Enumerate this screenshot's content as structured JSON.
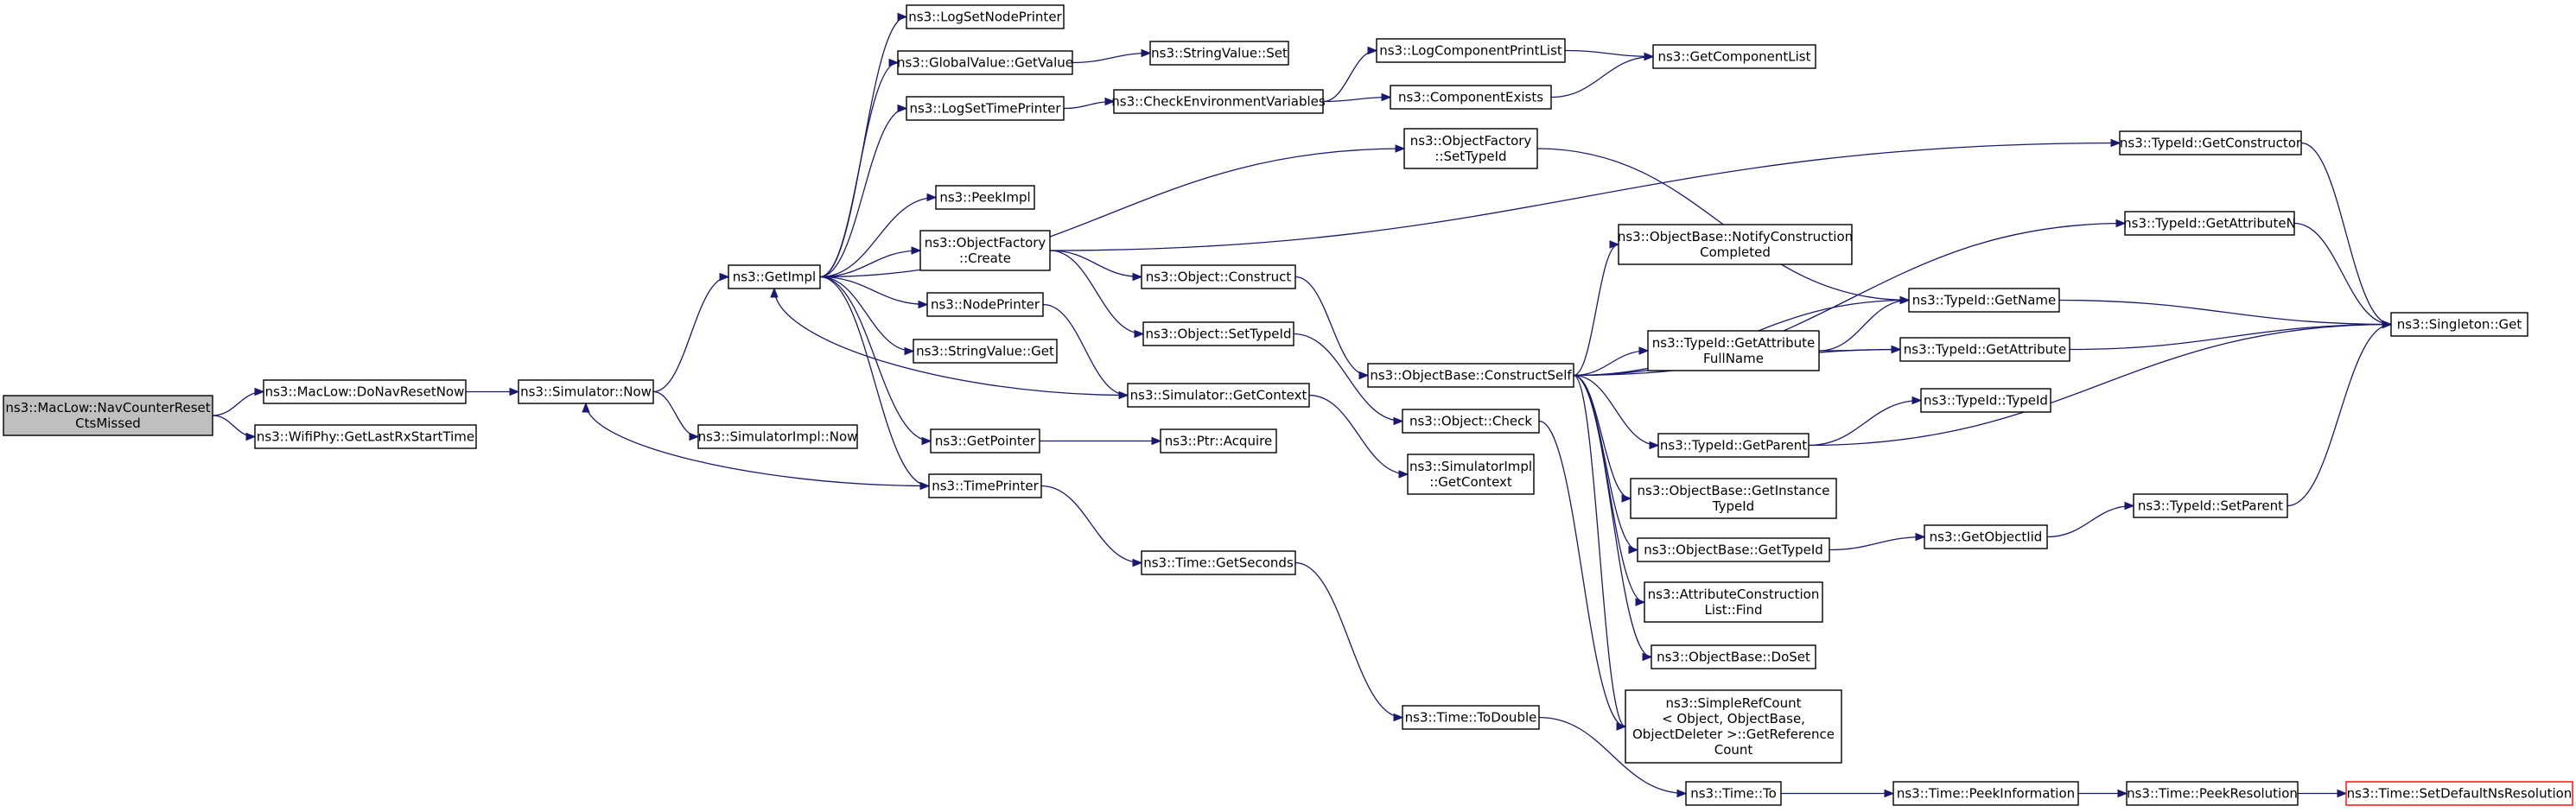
{
  "nodes": [
    {
      "id": "root",
      "lines": [
        "ns3::MacLow::NavCounterReset",
        "CtsMissed"
      ],
      "style": "root"
    },
    {
      "id": "doNavResetNow",
      "lines": [
        "ns3::MacLow::DoNavResetNow"
      ]
    },
    {
      "id": "getLastRx",
      "lines": [
        "ns3::WifiPhy::GetLastRxStartTime"
      ]
    },
    {
      "id": "simNow",
      "lines": [
        "ns3::Simulator::Now"
      ]
    },
    {
      "id": "simImplNow",
      "lines": [
        "ns3::SimulatorImpl::Now"
      ]
    },
    {
      "id": "getImpl",
      "lines": [
        "ns3::GetImpl"
      ]
    },
    {
      "id": "logSetNodePrinter",
      "lines": [
        "ns3::LogSetNodePrinter"
      ]
    },
    {
      "id": "globalValueGetValue",
      "lines": [
        "ns3::GlobalValue::GetValue"
      ]
    },
    {
      "id": "logSetTimePrinter",
      "lines": [
        "ns3::LogSetTimePrinter"
      ]
    },
    {
      "id": "peekImpl",
      "lines": [
        "ns3::PeekImpl"
      ]
    },
    {
      "id": "objFactoryCreate",
      "lines": [
        "ns3::ObjectFactory",
        "::Create"
      ]
    },
    {
      "id": "nodePrinter",
      "lines": [
        "ns3::NodePrinter"
      ]
    },
    {
      "id": "stringValueGet",
      "lines": [
        "ns3::StringValue::Get"
      ]
    },
    {
      "id": "getPointer",
      "lines": [
        "ns3::GetPointer"
      ]
    },
    {
      "id": "timePrinter",
      "lines": [
        "ns3::TimePrinter"
      ]
    },
    {
      "id": "stringValueSet",
      "lines": [
        "ns3::StringValue::Set"
      ]
    },
    {
      "id": "checkEnv",
      "lines": [
        "ns3::CheckEnvironmentVariables"
      ]
    },
    {
      "id": "objectConstruct",
      "lines": [
        "ns3::Object::Construct"
      ]
    },
    {
      "id": "objectSetTypeId",
      "lines": [
        "ns3::Object::SetTypeId"
      ]
    },
    {
      "id": "simGetContext",
      "lines": [
        "ns3::Simulator::GetContext"
      ]
    },
    {
      "id": "ptrAcquire",
      "lines": [
        "ns3::Ptr::Acquire"
      ]
    },
    {
      "id": "timeGetSeconds",
      "lines": [
        "ns3::Time::GetSeconds"
      ]
    },
    {
      "id": "logComponentPrintList",
      "lines": [
        "ns3::LogComponentPrintList"
      ]
    },
    {
      "id": "componentExists",
      "lines": [
        "ns3::ComponentExists"
      ]
    },
    {
      "id": "objFactorySetTypeId",
      "lines": [
        "ns3::ObjectFactory",
        "::SetTypeId"
      ]
    },
    {
      "id": "constructSelf",
      "lines": [
        "ns3::ObjectBase::ConstructSelf"
      ]
    },
    {
      "id": "objectCheck",
      "lines": [
        "ns3::Object::Check"
      ]
    },
    {
      "id": "simImplGetContext",
      "lines": [
        "ns3::SimulatorImpl",
        "::GetContext"
      ]
    },
    {
      "id": "timeToDouble",
      "lines": [
        "ns3::Time::ToDouble"
      ]
    },
    {
      "id": "getComponentList",
      "lines": [
        "ns3::GetComponentList"
      ]
    },
    {
      "id": "notifyConstruction",
      "lines": [
        "ns3::ObjectBase::NotifyConstruction",
        "Completed"
      ]
    },
    {
      "id": "getAttributeFullName",
      "lines": [
        "ns3::TypeId::GetAttribute",
        "FullName"
      ]
    },
    {
      "id": "typeIdGetParent",
      "lines": [
        "ns3::TypeId::GetParent"
      ]
    },
    {
      "id": "getInstanceTypeId",
      "lines": [
        "ns3::ObjectBase::GetInstance",
        "TypeId"
      ]
    },
    {
      "id": "objectBaseGetTypeId",
      "lines": [
        "ns3::ObjectBase::GetTypeId"
      ]
    },
    {
      "id": "attrConstructionFind",
      "lines": [
        "ns3::AttributeConstruction",
        "List::Find"
      ]
    },
    {
      "id": "objectBaseDoSet",
      "lines": [
        "ns3::ObjectBase::DoSet"
      ]
    },
    {
      "id": "simpleRefCount",
      "lines": [
        "ns3::SimpleRefCount",
        "< Object, ObjectBase,",
        "ObjectDeleter >::GetReference",
        "Count"
      ]
    },
    {
      "id": "timeTo",
      "lines": [
        "ns3::Time::To"
      ]
    },
    {
      "id": "typeIdGetName",
      "lines": [
        "ns3::TypeId::GetName"
      ]
    },
    {
      "id": "typeIdGetAttribute",
      "lines": [
        "ns3::TypeId::GetAttribute"
      ]
    },
    {
      "id": "typeIdTypeId",
      "lines": [
        "ns3::TypeId::TypeId"
      ]
    },
    {
      "id": "getObjectIid",
      "lines": [
        "ns3::GetObjectIid"
      ]
    },
    {
      "id": "typeIdGetConstructor",
      "lines": [
        "ns3::TypeId::GetConstructor"
      ]
    },
    {
      "id": "typeIdGetAttributeN",
      "lines": [
        "ns3::TypeId::GetAttributeN"
      ]
    },
    {
      "id": "typeIdSetParent",
      "lines": [
        "ns3::TypeId::SetParent"
      ]
    },
    {
      "id": "timePeekInformation",
      "lines": [
        "ns3::Time::PeekInformation"
      ]
    },
    {
      "id": "timePeekResolution",
      "lines": [
        "ns3::Time::PeekResolution"
      ]
    },
    {
      "id": "singletonGet",
      "lines": [
        "ns3::Singleton::Get"
      ]
    },
    {
      "id": "setDefaultNsResolution",
      "lines": [
        "ns3::Time::SetDefaultNsResolution"
      ],
      "style": "red"
    }
  ],
  "edges": [
    [
      "root",
      "doNavResetNow"
    ],
    [
      "root",
      "getLastRx"
    ],
    [
      "doNavResetNow",
      "simNow"
    ],
    [
      "simNow",
      "getImpl"
    ],
    [
      "simNow",
      "simImplNow"
    ],
    [
      "getImpl",
      "logSetNodePrinter"
    ],
    [
      "getImpl",
      "globalValueGetValue"
    ],
    [
      "getImpl",
      "logSetTimePrinter"
    ],
    [
      "getImpl",
      "objFactorySetTypeId"
    ],
    [
      "getImpl",
      "peekImpl"
    ],
    [
      "getImpl",
      "objFactoryCreate"
    ],
    [
      "getImpl",
      "nodePrinter"
    ],
    [
      "getImpl",
      "stringValueGet"
    ],
    [
      "getImpl",
      "getPointer"
    ],
    [
      "getImpl",
      "timePrinter"
    ],
    [
      "globalValueGetValue",
      "stringValueSet"
    ],
    [
      "logSetTimePrinter",
      "checkEnv"
    ],
    [
      "checkEnv",
      "logComponentPrintList"
    ],
    [
      "checkEnv",
      "componentExists"
    ],
    [
      "logComponentPrintList",
      "getComponentList"
    ],
    [
      "componentExists",
      "getComponentList"
    ],
    [
      "objFactoryCreate",
      "objectConstruct"
    ],
    [
      "objFactoryCreate",
      "objectSetTypeId"
    ],
    [
      "objFactoryCreate",
      "typeIdGetConstructor"
    ],
    [
      "nodePrinter",
      "simGetContext"
    ],
    [
      "getPointer",
      "ptrAcquire"
    ],
    [
      "timePrinter",
      "timeGetSeconds"
    ],
    [
      "timePrinter",
      "simNow"
    ],
    [
      "simGetContext",
      "getImpl"
    ],
    [
      "simGetContext",
      "simImplGetContext"
    ],
    [
      "objectConstruct",
      "constructSelf"
    ],
    [
      "objectSetTypeId",
      "objectCheck"
    ],
    [
      "objFactorySetTypeId",
      "typeIdGetName"
    ],
    [
      "timeGetSeconds",
      "timeToDouble"
    ],
    [
      "timeToDouble",
      "timeTo"
    ],
    [
      "timeTo",
      "timePeekInformation"
    ],
    [
      "timePeekInformation",
      "timePeekResolution"
    ],
    [
      "timePeekResolution",
      "setDefaultNsResolution"
    ],
    [
      "constructSelf",
      "notifyConstruction"
    ],
    [
      "constructSelf",
      "typeIdGetName"
    ],
    [
      "constructSelf",
      "getAttributeFullName"
    ],
    [
      "constructSelf",
      "typeIdGetAttribute"
    ],
    [
      "constructSelf",
      "typeIdGetParent"
    ],
    [
      "constructSelf",
      "getInstanceTypeId"
    ],
    [
      "constructSelf",
      "objectBaseGetTypeId"
    ],
    [
      "constructSelf",
      "attrConstructionFind"
    ],
    [
      "constructSelf",
      "objectBaseDoSet"
    ],
    [
      "constructSelf",
      "simpleRefCount"
    ],
    [
      "constructSelf",
      "typeIdGetAttributeN"
    ],
    [
      "objectCheck",
      "simpleRefCount"
    ],
    [
      "getAttributeFullName",
      "typeIdGetName"
    ],
    [
      "getAttributeFullName",
      "typeIdGetAttribute"
    ],
    [
      "typeIdGetParent",
      "typeIdTypeId"
    ],
    [
      "typeIdGetParent",
      "singletonGet"
    ],
    [
      "objectBaseGetTypeId",
      "getObjectIid"
    ],
    [
      "getObjectIid",
      "typeIdSetParent"
    ],
    [
      "typeIdSetParent",
      "singletonGet"
    ],
    [
      "typeIdGetName",
      "singletonGet"
    ],
    [
      "typeIdGetAttribute",
      "singletonGet"
    ],
    [
      "typeIdGetConstructor",
      "singletonGet"
    ],
    [
      "typeIdGetAttributeN",
      "singletonGet"
    ]
  ]
}
